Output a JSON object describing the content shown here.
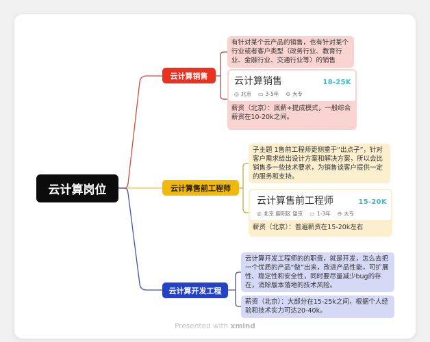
{
  "colors": {
    "root": "#0c0c0c",
    "sales": "#e83323",
    "presales": "#f0b90b",
    "dev": "#2442c8",
    "salary_accent": "#3fb8c4"
  },
  "root": {
    "label": "云计算岗位"
  },
  "branches": [
    {
      "label": "云计算销售",
      "description": "有针对某个云产品的销售，也有针对某个行业或者客户类型（政务行业、教育行业、金融行业、交通行业等）的销售",
      "job": {
        "title": "云计算销售",
        "salary": "18-25K",
        "location": "北京",
        "experience": "3-5年",
        "education": "大专"
      },
      "salary_note": "薪资（北京）：底薪+提成模式，一般综合薪资在10-20k之间。"
    },
    {
      "label": "云计算售前工程师",
      "description": "子主题 1售前工程师更侧重于“出点子”，针对客户需求给出设计方案和解决方案，所以会比销售多一些技术要求，为销售谈客户提供一定的服务和支持。",
      "job": {
        "title": "云计算售前工程师",
        "salary": "15-20K",
        "location": "北京 朝阳区 望京",
        "experience": "1-3年",
        "education": "大专"
      },
      "salary_note": "薪资（北京）：普遍薪资在15-20k左右"
    },
    {
      "label": "云计算开发工程",
      "description": "云计算开发工程师的的职责，就是开发，怎么去把一个优质的产品“做”出来，改进产品性能，可扩展性、稳定性和安全性，同时要尽量减少bug的存在，消除版本落地的技术风险。",
      "salary_note": "薪资（北京）：大部分在15-25k之间，根据个人经验和技术实力可达20-40k。"
    }
  ],
  "icons": {
    "location": "location-pin-icon",
    "experience": "briefcase-icon",
    "education": "graduation-cap-icon"
  },
  "footer": {
    "prefix": "Presented with ",
    "brand": "xmind"
  }
}
